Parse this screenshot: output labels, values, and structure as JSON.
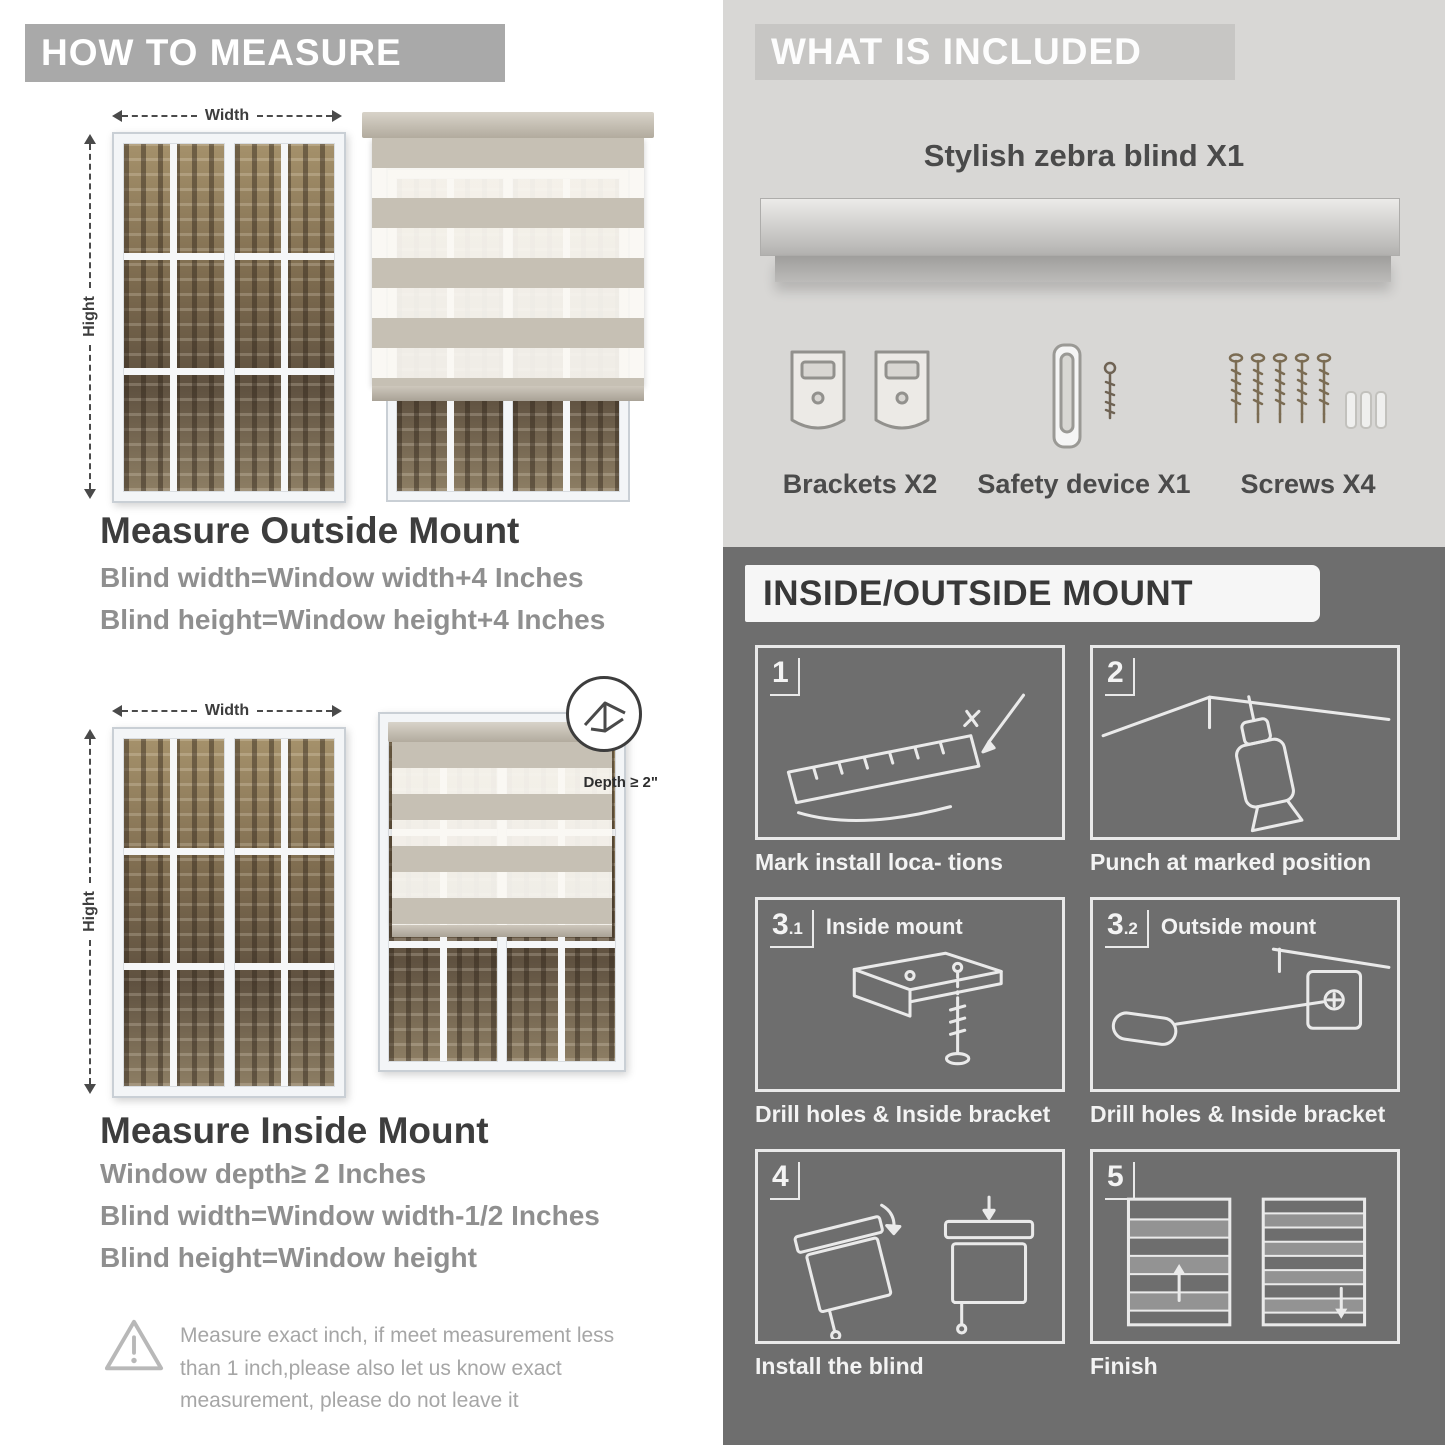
{
  "colors": {
    "left_band": "#a9a9a9",
    "included_bg": "#d8d7d5",
    "included_band": "#c7c6c4",
    "mount_bg": "#6e6e6e",
    "heading": "#3d3d3d",
    "subtext": "#8f8f8f"
  },
  "measure": {
    "header": "HOW TO MEASURE",
    "width_label": "Width",
    "height_label": "Hight",
    "outside": {
      "title": "Measure Outside Mount",
      "lines": [
        "Blind width=Window width+4 Inches",
        "Blind height=Window height+4 Inches"
      ]
    },
    "inside": {
      "depth_callout": "Depth ≥ 2\"",
      "title": "Measure Inside Mount",
      "lines": [
        "Window depth≥ 2 Inches",
        "Blind width=Window width-1/2 Inches",
        "Blind height=Window height"
      ]
    },
    "warning": "Measure exact inch, if meet measurement less than 1 inch,please also let us know exact measurement, please do not leave it"
  },
  "included": {
    "header": "WHAT IS INCLUDED",
    "product": "Stylish zebra blind X1",
    "parts": [
      {
        "label": "Brackets X2"
      },
      {
        "label": "Safety device X1"
      },
      {
        "label": "Screws X4"
      }
    ]
  },
  "mount": {
    "header": "INSIDE/OUTSIDE MOUNT",
    "steps": [
      {
        "num": "1",
        "sub": "",
        "title": "",
        "caption": "Mark install loca- tions"
      },
      {
        "num": "2",
        "sub": "",
        "title": "",
        "caption": "Punch at  marked position"
      },
      {
        "num": "3",
        "sub": ".1",
        "title": "Inside mount",
        "caption": "Drill holes &  Inside bracket"
      },
      {
        "num": "3",
        "sub": ".2",
        "title": "Outside mount",
        "caption": "Drill holes &  Inside bracket"
      },
      {
        "num": "4",
        "sub": "",
        "title": "",
        "caption": "Install the blind"
      },
      {
        "num": "5",
        "sub": "",
        "title": "",
        "caption": "Finish"
      }
    ]
  },
  "icons": {
    "width-arrow": "double-headed-horizontal-arrow",
    "height-arrow": "double-headed-vertical-arrow",
    "warning-triangle-icon": "triangle-exclamation",
    "bracket-icon": "mounting-brackets",
    "safety-device-icon": "cord-safety-clip-with-screw",
    "screws-icon": "screws-and-wall-anchors",
    "depth-corner-icon": "window-frame-corner"
  }
}
